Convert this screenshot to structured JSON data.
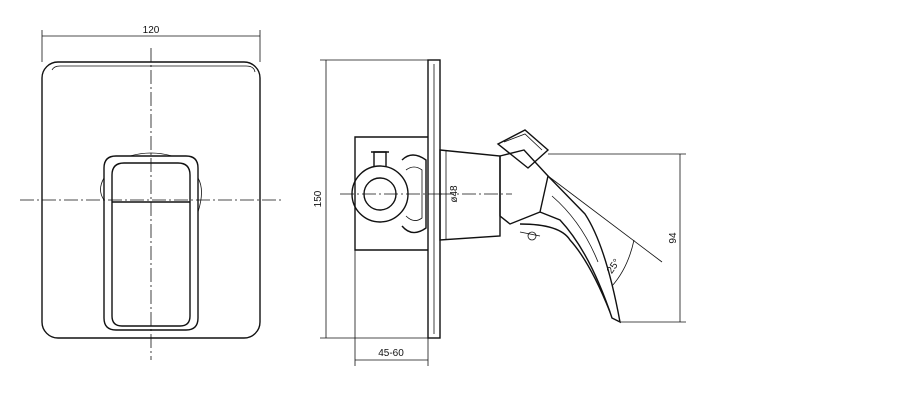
{
  "dimensions": {
    "front_width": "120",
    "front_height": "150",
    "wall_depth": "45-60",
    "diameter": "ø48",
    "lever_height": "94",
    "lever_angle": "25°"
  }
}
